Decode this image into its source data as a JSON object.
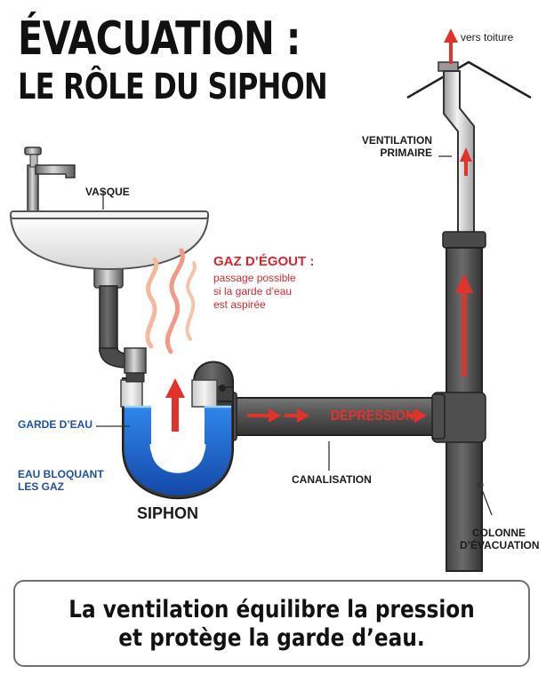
{
  "title": {
    "line1": "ÉVACUATION :",
    "line2": "LE RÔLE DU SIPHON"
  },
  "labels": {
    "roof": "vers toiture",
    "vent_line1": "VENTILATION",
    "vent_line2": "PRIMAIRE",
    "basin": "VASQUE",
    "gas_title": "GAZ D’ÉGOUT :",
    "gas_line1": "passage possible",
    "gas_line2": "si la garde d’eau",
    "gas_line3": "est aspirée",
    "water_seal": "GARDE D’EAU",
    "blocking_line1": "EAU BLOQUANT",
    "blocking_line2": "LES GAZ",
    "siphon": "SIPHON",
    "depression": "DÉPRESSION",
    "pipe": "CANALISATION",
    "column_line1": "COLONNE",
    "column_line2": "D’ÉVACUATION"
  },
  "caption": {
    "line1": "La ventilation équilibre la pression",
    "line2": "et protège la garde d’eau."
  },
  "colors": {
    "pipe": "#4c4c4c",
    "water": "#1f6fd6",
    "arrow": "#e0332c",
    "label_blue": "#1e4fa6",
    "label_red": "#d9262c"
  }
}
